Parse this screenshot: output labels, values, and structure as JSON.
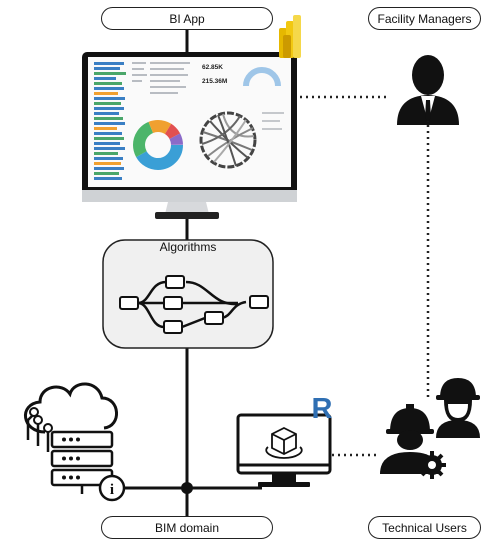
{
  "labels": {
    "bi_app": "BI App",
    "facility_managers": "Facility Managers",
    "algorithms": "Algorithms",
    "bim_domain": "BIM domain",
    "technical_users": "Technical Users"
  },
  "dashboard": {
    "kpi_1": "62.85K",
    "kpi_2": "215.36M"
  },
  "icons": {
    "powerbi_logo": "power-bi-logo",
    "revit_logo": "R",
    "info": "i"
  },
  "colors": {
    "powerbi_yellow": "#f2c811",
    "powerbi_dark": "#e0a500",
    "revit_blue": "#2f6fb3",
    "line": "#111111"
  }
}
